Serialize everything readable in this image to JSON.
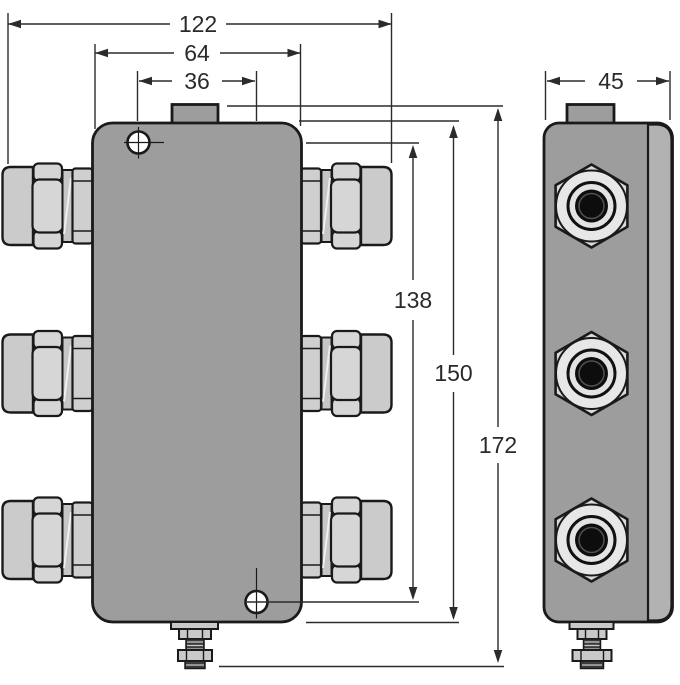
{
  "drawing": {
    "type": "technical-dimension-drawing",
    "views": {
      "front": "front view",
      "side": "side view"
    },
    "colors": {
      "background": "#ffffff",
      "outline": "#1a1a1a",
      "dim_line": "#2b2b2b",
      "body": "#9d9d9d",
      "side_panel": "#b2b2b2",
      "gland_cap": "#cbcbcb",
      "gland_nut": "#d6d6d6",
      "washer": "#c6c6c6",
      "port_hex": "#dadada",
      "port_disc": "#e7e7e7",
      "port_ring": "#e3e3e3",
      "port_hole": "#0d0d0d",
      "thread_dark": "#3c3c3c"
    },
    "dimensions": {
      "overall_width": "122",
      "body_width": "64",
      "mounting_hole_offset": "36",
      "mounting_hole_spacing": "138",
      "body_height": "150",
      "overall_height": "172",
      "depth": "45"
    }
  }
}
